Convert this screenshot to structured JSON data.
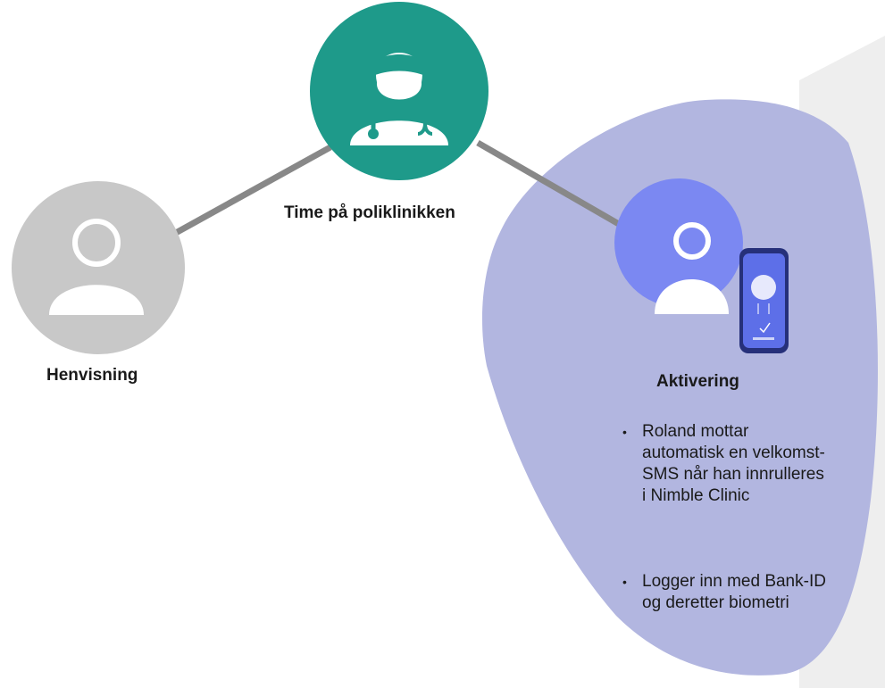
{
  "nodes": {
    "referral": {
      "label": "Henvisning",
      "icon": "person-icon",
      "color": "#c8c8c8"
    },
    "clinic_visit": {
      "label": "Time på poliklinikken",
      "icon": "doctor-icon",
      "color": "#1e9a8a"
    },
    "activation": {
      "label": "Aktivering",
      "icon": "person-icon",
      "color": "#7b88f2",
      "bullets": [
        "Roland mottar automatisk en velkomst-SMS når han innrulleres i Nimble Clinic",
        "Logger inn med Bank-ID og deretter biometri"
      ]
    }
  },
  "colors": {
    "connector": "#888888",
    "highlight_blob": "#b2b6e0",
    "background_panel": "#eeeeee"
  }
}
